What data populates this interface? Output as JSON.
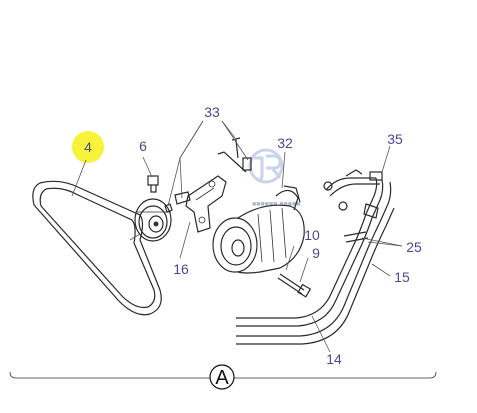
{
  "labels": {
    "l4": "4",
    "l6": "6",
    "l33": "33",
    "l32": "32",
    "l35": "35",
    "l16": "16",
    "l10": "10",
    "l9": "9",
    "l25": "25",
    "l15": "15",
    "l14": "14"
  },
  "section_marker": "A",
  "colors": {
    "label": "#4a4a8c",
    "highlight": "#f7f23a",
    "line": "#2a2a2a"
  },
  "watermark_icon": "jr-logo-icon"
}
